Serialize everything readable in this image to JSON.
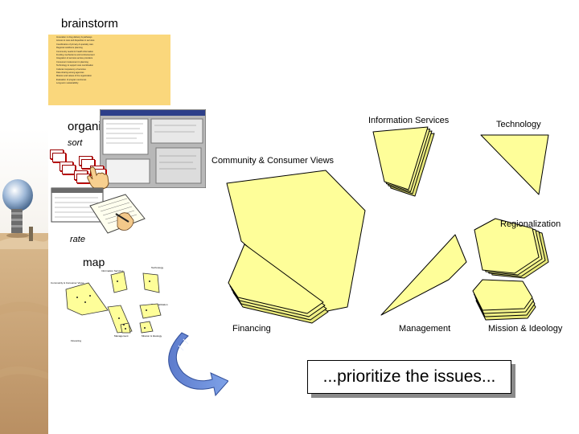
{
  "slide": {
    "brainstorm_label": "brainstorm",
    "organize_label": "organize",
    "sort_label": "sort",
    "rate_label": "rate",
    "map_label": "map",
    "callout_text": "...prioritize the issues...",
    "colors": {
      "note": "#fad77c",
      "poly_fill": "#fefe99",
      "arrow_blue": "#4f6fbf",
      "card_red": "#cc3333"
    }
  },
  "brainstorm_items": [
    "Innovation in drug delivery & pathways",
    "Access to care and disparities in services",
    "Coordination of primary & specialty care",
    "Regional workforce planning",
    "Community needs for health information",
    "Funding mechanisms and reimbursement",
    "Integration of services across providers",
    "Consumer involvement in planning",
    "Technology to support care coordination",
    "Cultural competency of services",
    "Data sharing among agencies",
    "Mission and values of the organization",
    "Evaluation of program outcomes",
    "Long-term sustainability"
  ],
  "clusters": {
    "information_services": "Information Services",
    "technology": "Technology",
    "community_consumer_views": "Community & Consumer Views",
    "regionalization": "Regionalization",
    "financing": "Financing",
    "management": "Management",
    "mission_ideology": "Mission & Ideology"
  },
  "mini_map": {
    "information_services": "Information Services",
    "technology": "Technology",
    "community_consumer_views": "Community & Consumer Views",
    "regionalization": "Regionalization",
    "financing": "Financing",
    "management": "Management",
    "mission_ideology": "Mission & Ideology"
  }
}
